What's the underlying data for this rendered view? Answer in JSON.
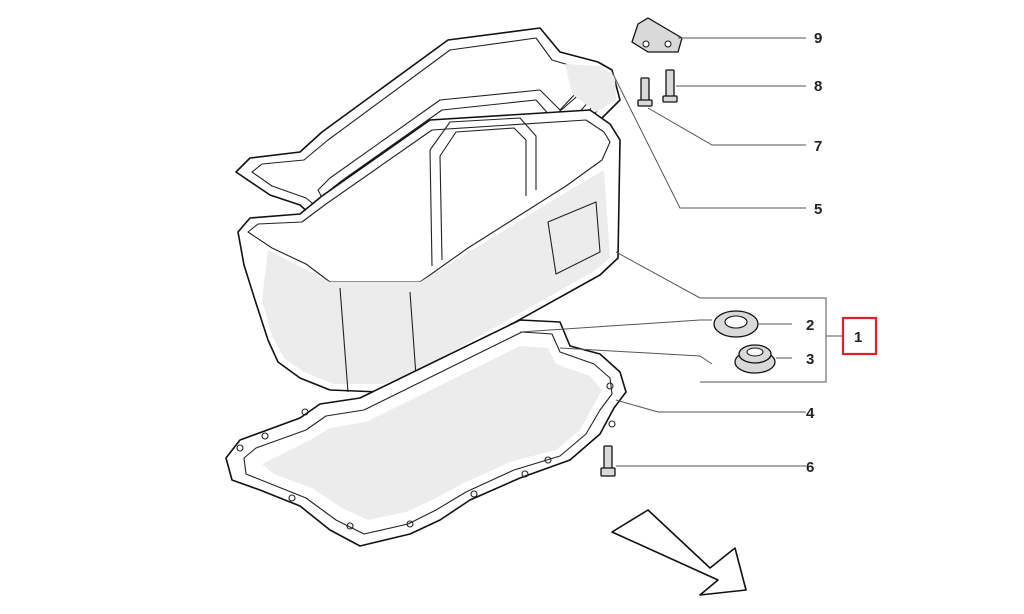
{
  "diagram": {
    "callouts": [
      {
        "id": "9",
        "label": "9"
      },
      {
        "id": "8",
        "label": "8"
      },
      {
        "id": "7",
        "label": "7"
      },
      {
        "id": "5",
        "label": "5"
      },
      {
        "id": "2",
        "label": "2"
      },
      {
        "id": "1",
        "label": "1",
        "highlighted": true
      },
      {
        "id": "3",
        "label": "3"
      },
      {
        "id": "4",
        "label": "4"
      },
      {
        "id": "6",
        "label": "6"
      }
    ],
    "highlight_color": "#e0202a",
    "line_color": "#111111",
    "shade_color": "#d9d9d9",
    "icons": [
      "gasket-icon",
      "oil-pan-icon",
      "baffle-plate-icon",
      "plate-icon",
      "bolt-icon",
      "seal-ring-icon",
      "drain-plug-icon",
      "direction-arrow-icon"
    ]
  }
}
